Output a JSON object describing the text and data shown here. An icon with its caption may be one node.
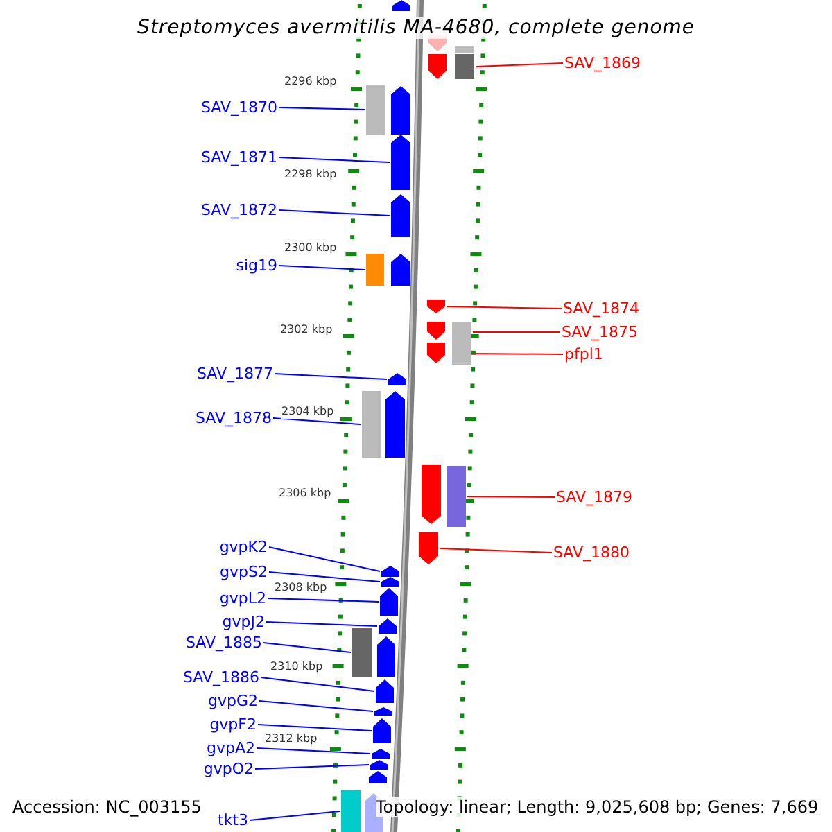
{
  "diagram": {
    "title": "Streptomyces avermitilis MA-4680, complete genome",
    "nodes": [
      {
        "text": [
          "SAV_1869"
        ]
      },
      {
        "text": [
          "SAV_1870"
        ]
      },
      {
        "text": [
          "SAV_1871"
        ]
      },
      {
        "text": [
          "SAV_1872"
        ]
      },
      {
        "text": [
          "sig19"
        ]
      },
      {
        "text": [
          "SAV_1874"
        ]
      },
      {
        "text": [
          "SAV_1875"
        ]
      },
      {
        "text": [
          "pfpl1"
        ]
      },
      {
        "text": [
          "SAV_1877"
        ]
      },
      {
        "text": [
          "SAV_1878"
        ]
      },
      {
        "text": [
          "SAV_1879"
        ]
      },
      {
        "text": [
          "SAV_1880"
        ]
      },
      {
        "text": [
          "gvpK2"
        ]
      },
      {
        "text": [
          "gvpS2"
        ]
      },
      {
        "text": [
          "gvpL2"
        ]
      },
      {
        "text": [
          "gvpJ2"
        ]
      },
      {
        "text": [
          "SAV_1885"
        ]
      },
      {
        "text": [
          "SAV_1886"
        ]
      },
      {
        "text": [
          "gvpG2"
        ]
      },
      {
        "text": [
          "gvpF2"
        ]
      },
      {
        "text": [
          "gvpA2"
        ]
      },
      {
        "text": [
          "gvpO2"
        ]
      },
      {
        "text": [
          "tkt3"
        ]
      },
      {
        "text": [],
        "shape": "arrow"
      },
      {
        "text": [],
        "shape": "arrow"
      },
      {
        "text": [],
        "shape": "box"
      },
      {
        "text": [],
        "shape": "arrow"
      },
      {
        "text": [],
        "shape": "box"
      },
      {
        "text": [],
        "shape": "box"
      },
      {
        "text": [],
        "shape": "arrow"
      },
      {
        "text": [],
        "shape": "arrow"
      },
      {
        "text": [],
        "shape": "arrow"
      },
      {
        "text": [],
        "shape": "box"
      },
      {
        "text": [],
        "shape": "arrow"
      },
      {
        "text": [],
        "shape": "arrow"
      },
      {
        "text": [],
        "shape": "arrow"
      },
      {
        "text": [],
        "shape": "box"
      },
      {
        "text": [],
        "shape": "arrow"
      },
      {
        "text": [],
        "shape": "box"
      },
      {
        "text": [],
        "shape": "arrow"
      },
      {
        "text": [],
        "shape": "box"
      },
      {
        "text": [],
        "shape": "arrow"
      },
      {
        "text": [],
        "shape": "arrow"
      },
      {
        "text": [],
        "shape": "box"
      },
      {
        "text": [],
        "shape": "arrow"
      },
      {
        "text": [],
        "shape": "arrow"
      },
      {
        "text": [],
        "shape": "arrow"
      },
      {
        "text": [],
        "shape": "arrow"
      },
      {
        "text": [],
        "shape": "arrow"
      },
      {
        "text": [],
        "shape": "box"
      },
      {
        "text": [],
        "shape": "arrow"
      },
      {
        "text": [],
        "shape": "arrow"
      },
      {
        "text": [],
        "shape": "arrow"
      },
      {
        "text": [],
        "shape": "arrow"
      },
      {
        "text": [],
        "shape": "arrow"
      },
      {
        "text": [],
        "shape": "arrow"
      },
      {
        "text": [],
        "shape": "arrow"
      },
      {
        "text": [],
        "shape": "box"
      },
      {
        "text": [],
        "shape": "arrow"
      }
    ],
    "edges": [
      {
        "from": 0,
        "to": 27,
        "arrow": "none",
        "color": "#ff0000"
      },
      {
        "from": 1,
        "to": 28,
        "arrow": "none"
      },
      {
        "from": 2,
        "to": 30,
        "arrow": "none"
      },
      {
        "from": 3,
        "to": 31,
        "arrow": "none"
      },
      {
        "from": 4,
        "to": 32,
        "arrow": "none"
      },
      {
        "from": 5,
        "to": 34,
        "arrow": "none",
        "color": "#ff0000"
      },
      {
        "from": 6,
        "to": 36,
        "arrow": "none",
        "color": "#ff0000"
      },
      {
        "from": 7,
        "to": 38,
        "arrow": "none",
        "color": "#ff0000"
      },
      {
        "from": 8,
        "to": 39,
        "arrow": "none"
      },
      {
        "from": 9,
        "to": 40,
        "arrow": "none"
      },
      {
        "from": 10,
        "to": 43,
        "arrow": "none",
        "color": "#ff0000"
      },
      {
        "from": 11,
        "to": 44,
        "arrow": "none",
        "color": "#ff0000"
      },
      {
        "from": 12,
        "to": 45,
        "arrow": "none"
      },
      {
        "from": 13,
        "to": 46,
        "arrow": "none"
      },
      {
        "from": 14,
        "to": 47,
        "arrow": "none"
      },
      {
        "from": 15,
        "to": 48,
        "arrow": "none"
      },
      {
        "from": 16,
        "to": 49,
        "arrow": "none"
      },
      {
        "from": 17,
        "to": 51,
        "arrow": "none"
      },
      {
        "from": 18,
        "to": 52,
        "arrow": "none"
      },
      {
        "from": 19,
        "to": 53,
        "arrow": "none"
      },
      {
        "from": 20,
        "to": 54,
        "arrow": "none"
      },
      {
        "from": 21,
        "to": 55,
        "arrow": "none"
      },
      {
        "from": 22,
        "to": 57,
        "arrow": "none"
      }
    ],
    "labels": [
      "2296 kbp",
      "2298 kbp",
      "2300 kbp",
      "2302 kbp",
      "2304 kbp",
      "2306 kbp",
      "2308 kbp",
      "2310 kbp",
      "2312 kbp",
      "Accession: NC_003155",
      "Topology: linear; Length: 9,025,608 bp; Genes: 7,669"
    ]
  }
}
